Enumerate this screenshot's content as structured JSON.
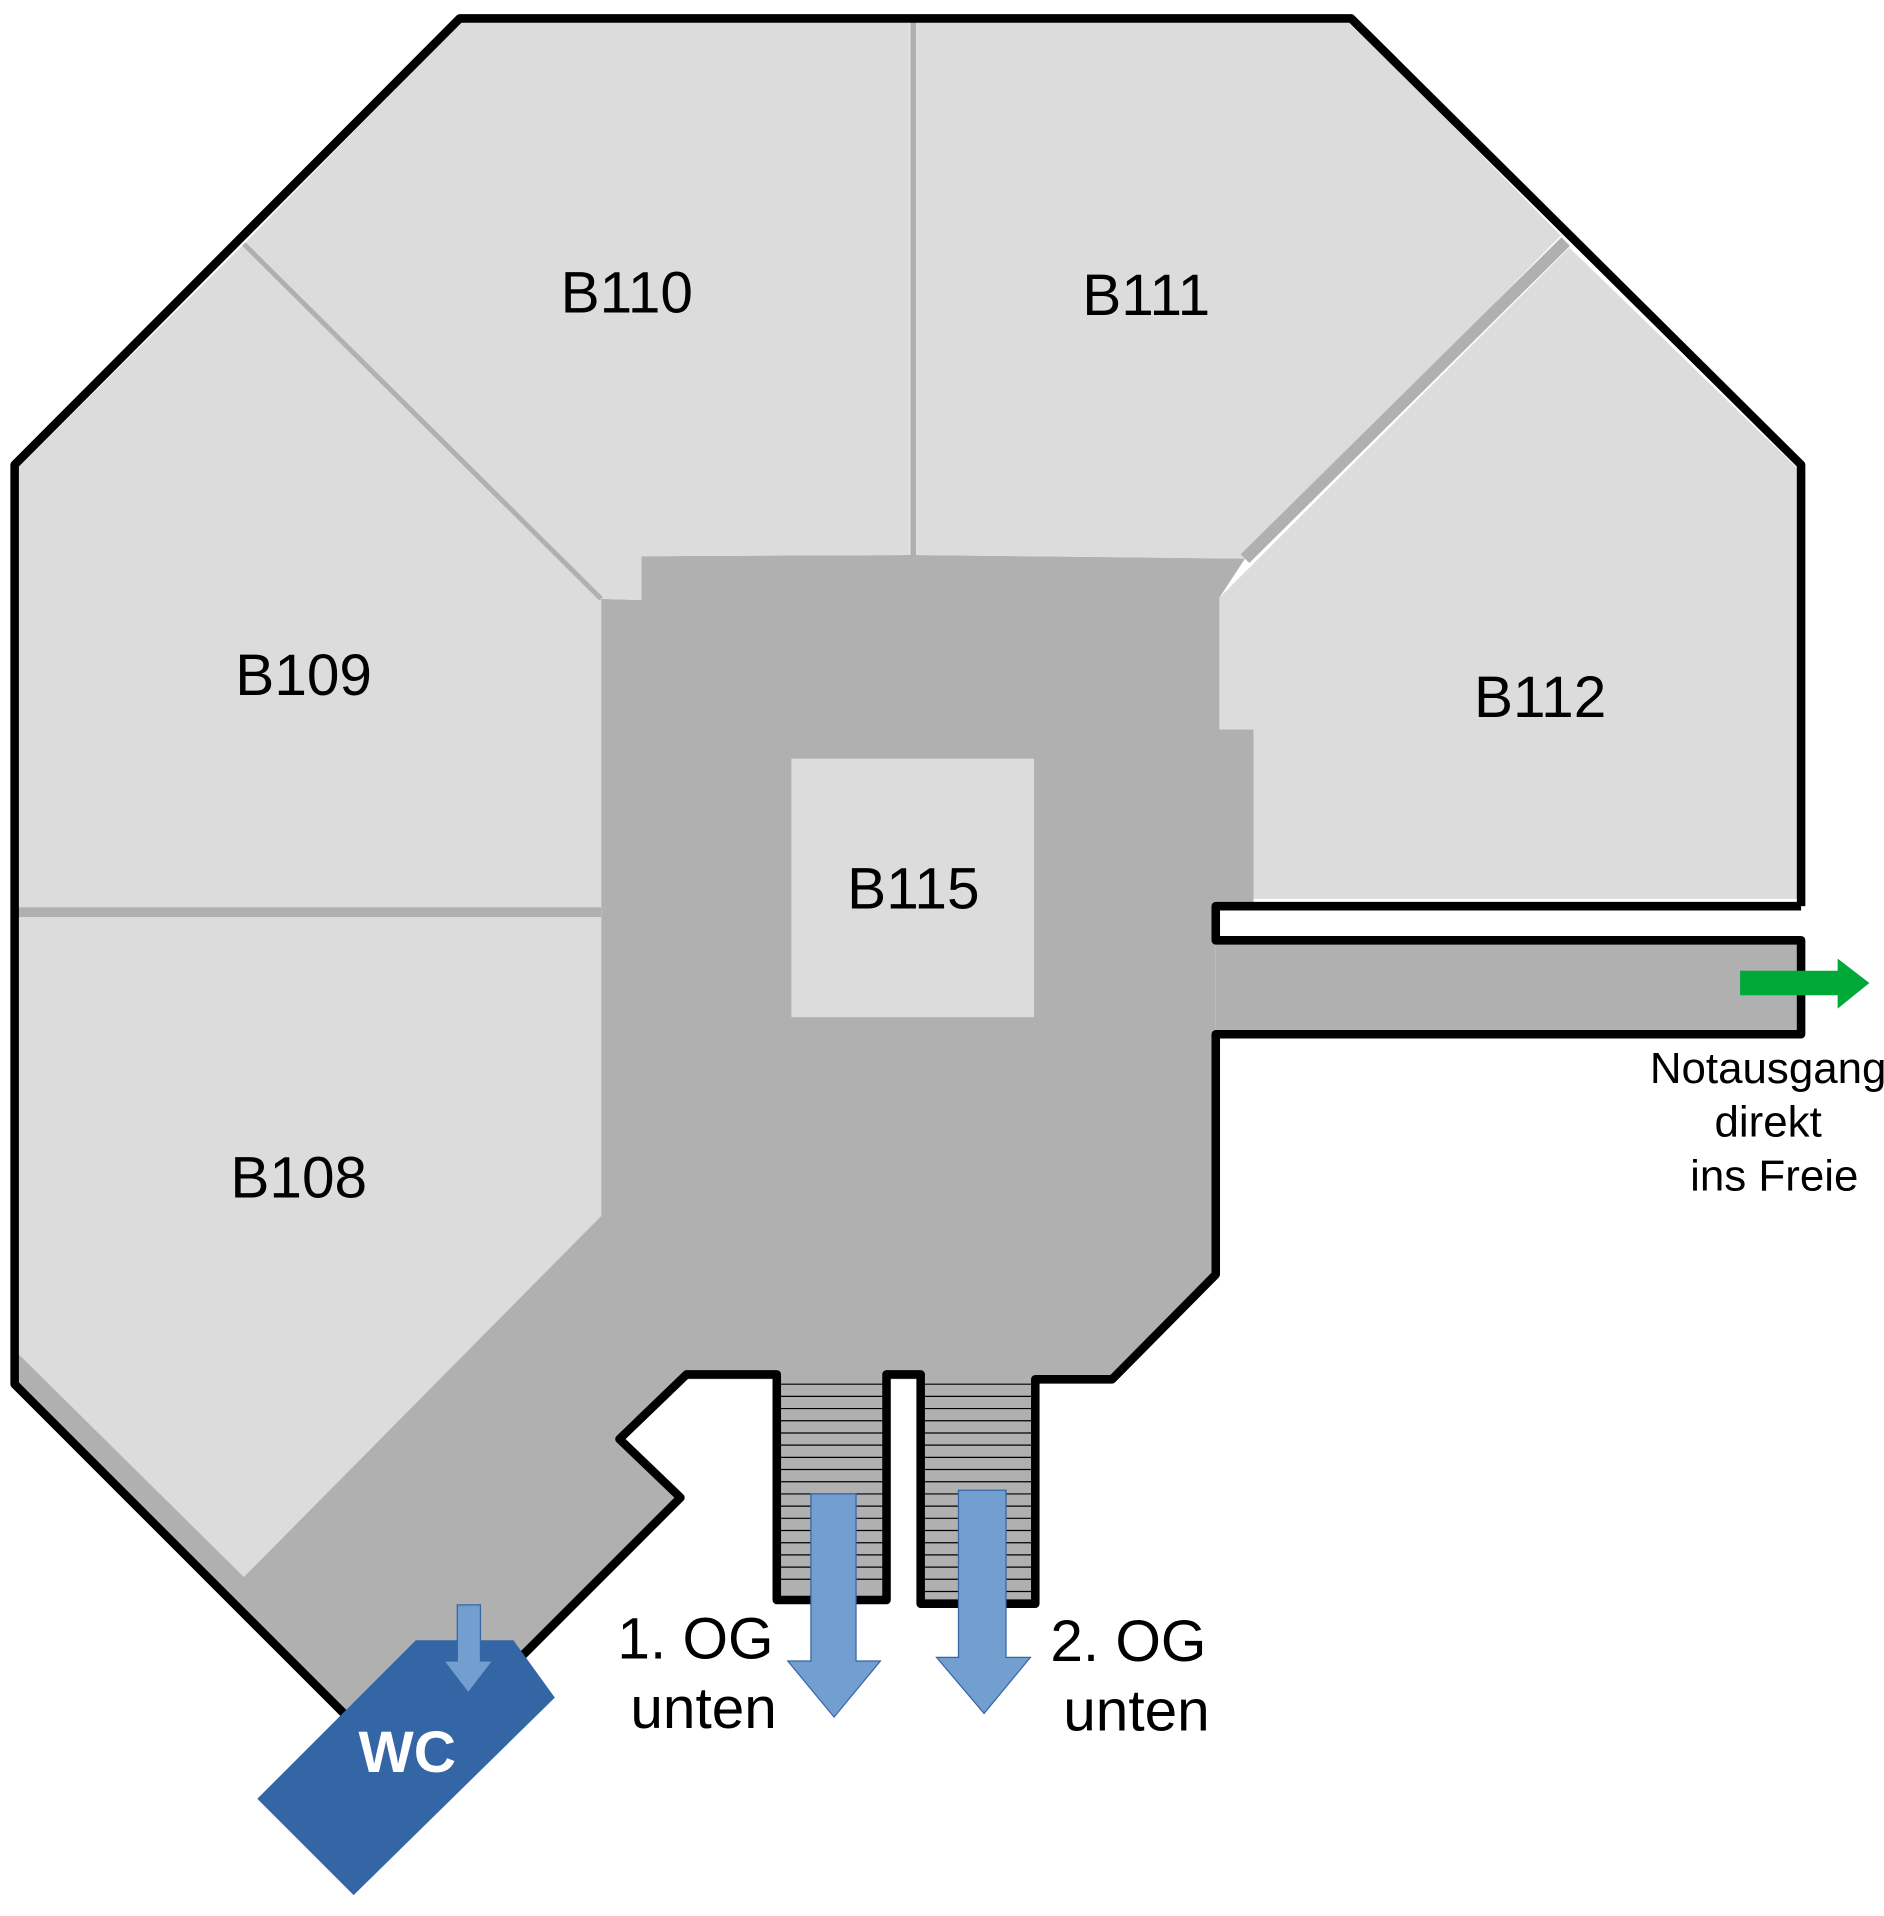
{
  "title": "Fluchtplan Etage B1",
  "colors": {
    "room_fill": "#dcdcdc",
    "corridor_fill": "#b0b0b0",
    "wall": "#000000",
    "partition": "#b0b0b0",
    "exit_arrow": "#00a838",
    "stair_arrow": "#729fcf",
    "wc_fill": "#3465a4",
    "wc_text": "#ffffff"
  },
  "rooms": [
    {
      "id": "B108",
      "label": "B108"
    },
    {
      "id": "B109",
      "label": "B109"
    },
    {
      "id": "B110",
      "label": "B110"
    },
    {
      "id": "B111",
      "label": "B111"
    },
    {
      "id": "B112",
      "label": "B112"
    },
    {
      "id": "B115",
      "label": "B115"
    }
  ],
  "emergency_exit": {
    "icon": "arrow-right-icon",
    "lines": [
      "Notausgang",
      "direkt",
      "ins Freie"
    ]
  },
  "stairs": [
    {
      "id": "stair-1",
      "icon": "arrow-down-icon",
      "lines": [
        "1. OG",
        "unten"
      ]
    },
    {
      "id": "stair-2",
      "icon": "arrow-down-icon",
      "lines": [
        "2. OG",
        "unten"
      ]
    }
  ],
  "wc": {
    "label": "WC",
    "icon": "arrow-down-icon"
  }
}
